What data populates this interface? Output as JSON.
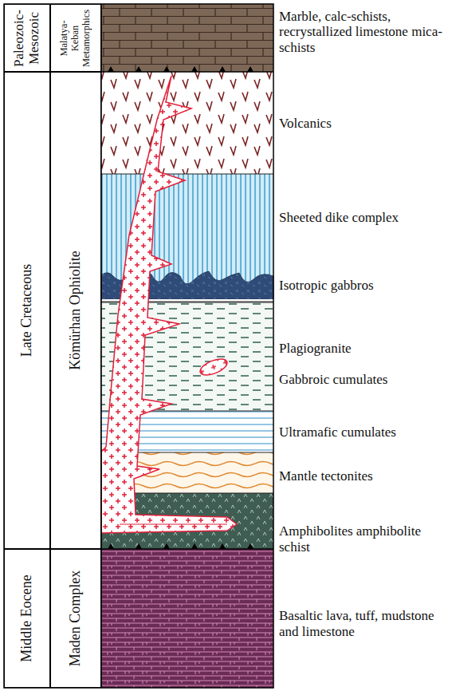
{
  "diagram": {
    "nodes": [
      {
        "text": [
          "Paleozoic-Mesozoic"
        ]
      },
      {
        "text": [
          "Malatya-Keban Metamorphics"
        ]
      },
      {
        "text": [
          "Late Cretaceous"
        ]
      },
      {
        "text": [
          "Kömürhan Ophiolite"
        ]
      },
      {
        "text": [
          "Middle Eocene"
        ]
      },
      {
        "text": [
          "Maden Complex"
        ]
      }
    ],
    "labels": [
      "Marble, calc-schists, recrystallized limestone mica-schists",
      "Volcanics",
      "Sheeted dike complex",
      "Isotropic gabbros",
      "Plagiogranite",
      "Gabbroic cumulates",
      "Ultramafic cumulates",
      "Mantle tectonites",
      "Amphibolites amphibolite schist",
      "Basaltic lava, tuff, mudstone and limestone"
    ]
  }
}
